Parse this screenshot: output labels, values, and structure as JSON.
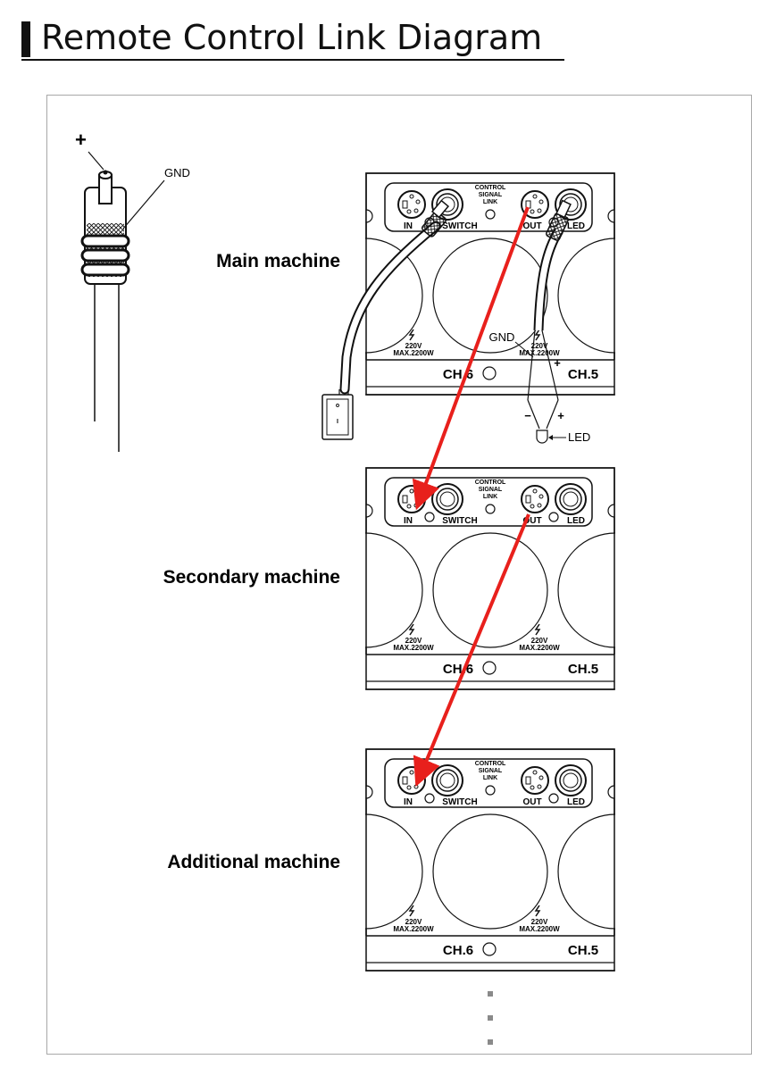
{
  "title": "Remote Control Link Diagram",
  "connector": {
    "plus": "+",
    "gnd": "GND"
  },
  "machines": [
    {
      "label": "Main machine"
    },
    {
      "label": "Secondary machine"
    },
    {
      "label": "Additional machine"
    }
  ],
  "panel": {
    "control_l1": "CONTROL",
    "control_l2": "SIGNAL",
    "control_l3": "LINK",
    "in": "IN",
    "switch": "SWITCH",
    "out": "OUT",
    "led": "LED",
    "volt": "220V",
    "power": "MAX.2200W",
    "ch6": "CH.6",
    "ch5": "CH.5"
  },
  "wiring": {
    "gnd": "GND",
    "plus": "+",
    "minus": "−",
    "led": "LED",
    "switch_on": "o",
    "switch_off": "I"
  },
  "colors": {
    "arrow": "#e8201c",
    "line": "#111111",
    "frame": "#a8a8a8"
  },
  "continuation": "⋮"
}
